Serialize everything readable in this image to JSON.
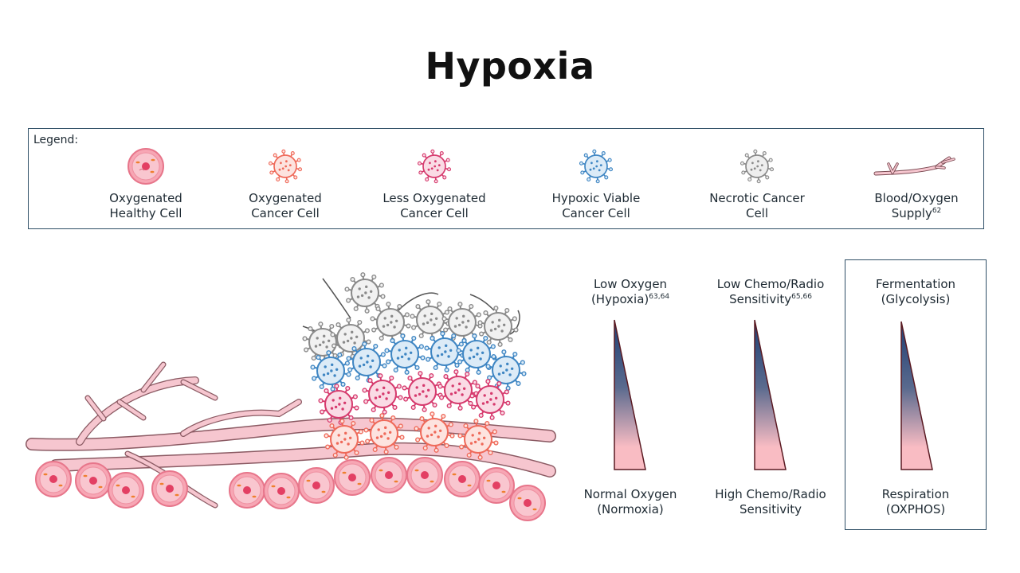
{
  "title": "Hypoxia",
  "legend": {
    "label": "Legend:",
    "items": [
      {
        "line1": "Oxygenated",
        "line2": "Healthy Cell",
        "sup": "",
        "icon": "healthy-cell-icon"
      },
      {
        "line1": "Oxygenated",
        "line2": "Cancer Cell",
        "sup": "",
        "icon": "oxygenated-cancer-cell-icon"
      },
      {
        "line1": "Less Oxygenated",
        "line2": "Cancer Cell",
        "sup": "",
        "icon": "less-oxygenated-cancer-cell-icon"
      },
      {
        "line1": "Hypoxic Viable",
        "line2": "Cancer Cell",
        "sup": "",
        "icon": "hypoxic-cancer-cell-icon"
      },
      {
        "line1": "Necrotic Cancer",
        "line2": "Cell",
        "sup": "",
        "icon": "necrotic-cancer-cell-icon"
      },
      {
        "line1": "Blood/Oxygen",
        "line2": "Supply",
        "sup": "62",
        "icon": "blood-vessel-icon"
      }
    ]
  },
  "gradients": [
    {
      "top1": "Low Oxygen",
      "top2": "(Hypoxia)",
      "top_sup": "63,64",
      "bottom1": "Normal Oxygen",
      "bottom2": "(Normoxia)"
    },
    {
      "top1": "Low Chemo/Radio",
      "top2": "Sensitivity",
      "top_sup": "65,66",
      "bottom1": "High Chemo/Radio",
      "bottom2": "Sensitivity"
    },
    {
      "top1": "Fermentation",
      "top2": "(Glycolysis)",
      "top_sup": "",
      "bottom1": "Respiration",
      "bottom2": "(OXPHOS)"
    }
  ],
  "colors": {
    "healthy_cell": "#f7a6b4",
    "oxygenated_cancer": "#ef6a5a",
    "less_oxygenated_cancer": "#d63b6e",
    "hypoxic_cancer": "#3f86c3",
    "necrotic_cancer": "#8a8a8a",
    "vessel": "#f6c6cf",
    "gradient_top": "#1f3f73",
    "gradient_bottom": "#f9bcc3",
    "border": "#2f4f66"
  }
}
